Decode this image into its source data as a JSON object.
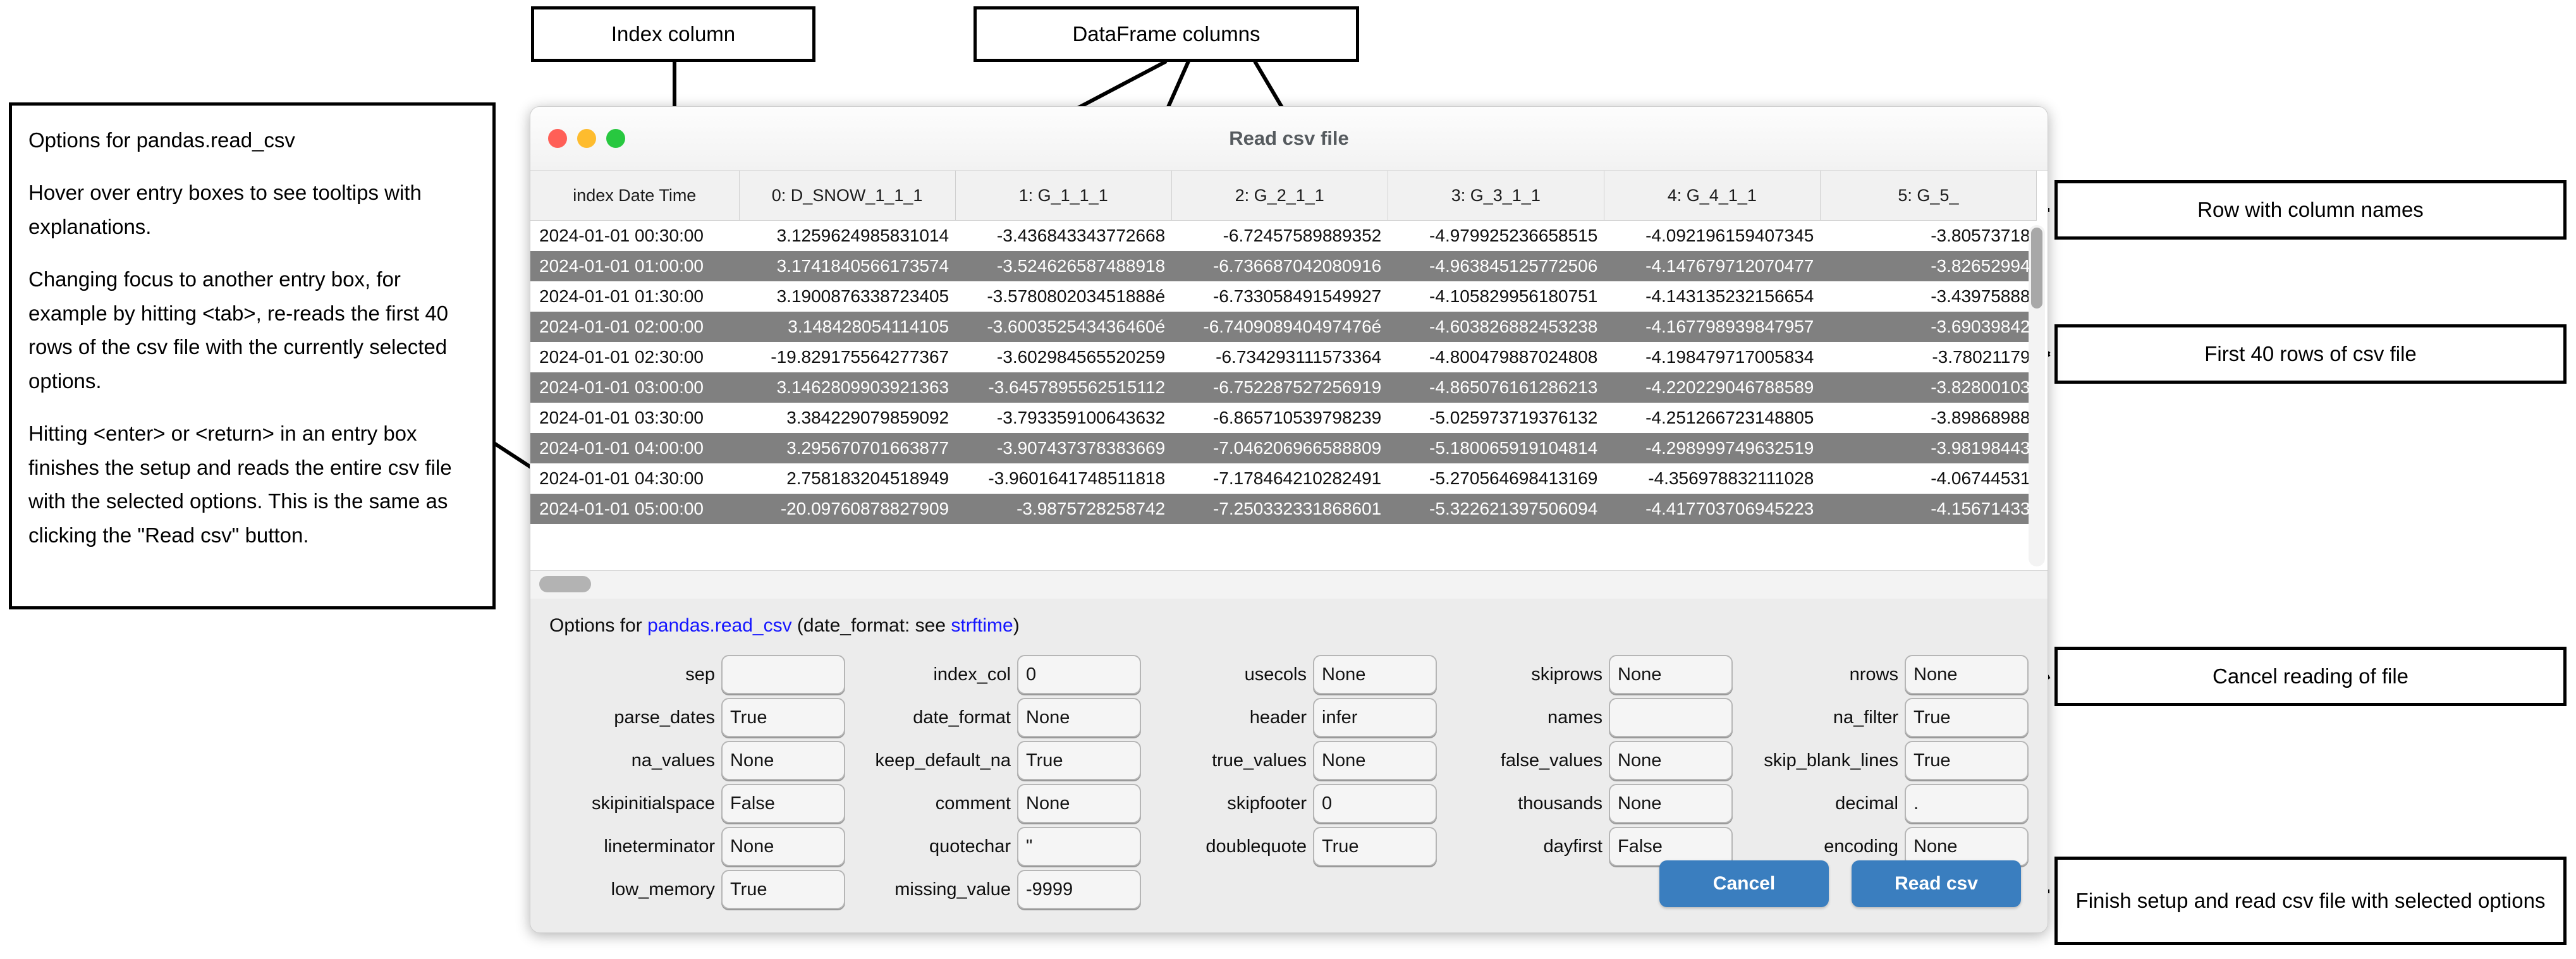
{
  "window": {
    "title": "Read csv file",
    "traffic_lights": [
      "close-light",
      "minimize-light",
      "maximize-light"
    ]
  },
  "table": {
    "columns": [
      "index Date Time",
      "0: D_SNOW_1_1_1",
      "1: G_1_1_1",
      "2: G_2_1_1",
      "3: G_3_1_1",
      "4: G_4_1_1",
      "5: G_5_"
    ],
    "rows": [
      [
        "2024-01-01 00:30:00",
        "3.1259624985831014",
        "-3.436843343772668",
        "-6.72457589889352",
        "-4.979925236658515",
        "-4.092196159407345",
        "-3.80573718"
      ],
      [
        "2024-01-01 01:00:00",
        "3.1741840566173574",
        "-3.524626587488918",
        "-6.736687042080916",
        "-4.963845125772506",
        "-4.147679712070477",
        "-3.82652994"
      ],
      [
        "2024-01-01 01:30:00",
        "3.1900876338723405",
        "-3.578080203451888é",
        "-6.733058491549927",
        "-4.105829956180751",
        "-4.143135232156654",
        "-3.43975888"
      ],
      [
        "2024-01-01 02:00:00",
        "3.148428054114105",
        "-3.600352543436460é",
        "-6.740908940497476é",
        "-4.603826882453238",
        "-4.167798939847957",
        "-3.69039842"
      ],
      [
        "2024-01-01 02:30:00",
        "-19.829175564277367",
        "-3.602984565520259",
        "-6.734293111573364",
        "-4.800479887024808",
        "-4.198479717005834",
        "-3.78021179"
      ],
      [
        "2024-01-01 03:00:00",
        "3.1462809903921363",
        "-3.6457895562515112",
        "-6.752287527256919",
        "-4.865076161286213",
        "-4.220229046788589",
        "-3.82800103"
      ],
      [
        "2024-01-01 03:30:00",
        "3.384229079859092",
        "-3.793359100643632",
        "-6.865710539798239",
        "-5.025973719376132",
        "-4.251266723148805",
        "-3.89868988"
      ],
      [
        "2024-01-01 04:00:00",
        "3.295670701663877",
        "-3.907437378383669",
        "-7.046206966588809",
        "-5.180065919104814",
        "-4.298999749632519",
        "-3.98198443"
      ],
      [
        "2024-01-01 04:30:00",
        "2.758183204518949",
        "-3.9601641748511818",
        "-7.178464210282491",
        "-5.270564698413169",
        "-4.356978832111028",
        "-4.06744531"
      ],
      [
        "2024-01-01 05:00:00",
        "-20.09760878827909",
        "-3.9875728258742",
        "-7.250332331868601",
        "-5.322621397506094",
        "-4.417703706945223",
        "-4.15671433"
      ]
    ],
    "striped_rows": [
      1,
      3,
      5,
      7,
      9
    ]
  },
  "options": {
    "heading_prefix": "Options for ",
    "heading_link": "pandas.read_csv",
    "heading_mid": " (date_format: see ",
    "heading_link2": "strftime",
    "heading_suffix": ")",
    "columns": [
      [
        {
          "label": "sep",
          "value": ""
        },
        {
          "label": "parse_dates",
          "value": "True"
        },
        {
          "label": "na_values",
          "value": "None"
        },
        {
          "label": "skipinitialspace",
          "value": "False"
        },
        {
          "label": "lineterminator",
          "value": "None"
        },
        {
          "label": "low_memory",
          "value": "True"
        }
      ],
      [
        {
          "label": "index_col",
          "value": "0"
        },
        {
          "label": "date_format",
          "value": "None"
        },
        {
          "label": "keep_default_na",
          "value": "True"
        },
        {
          "label": "comment",
          "value": "None"
        },
        {
          "label": "quotechar",
          "value": "\""
        },
        {
          "label": "missing_value",
          "value": "-9999"
        }
      ],
      [
        {
          "label": "usecols",
          "value": "None"
        },
        {
          "label": "header",
          "value": "infer"
        },
        {
          "label": "true_values",
          "value": "None"
        },
        {
          "label": "skipfooter",
          "value": "0"
        },
        {
          "label": "doublequote",
          "value": "True"
        }
      ],
      [
        {
          "label": "skiprows",
          "value": "None"
        },
        {
          "label": "names",
          "value": ""
        },
        {
          "label": "false_values",
          "value": "None"
        },
        {
          "label": "thousands",
          "value": "None"
        },
        {
          "label": "dayfirst",
          "value": "False"
        }
      ],
      [
        {
          "label": "nrows",
          "value": "None"
        },
        {
          "label": "na_filter",
          "value": "True"
        },
        {
          "label": "skip_blank_lines",
          "value": "True"
        },
        {
          "label": "decimal",
          "value": "."
        },
        {
          "label": "encoding",
          "value": "None"
        }
      ]
    ]
  },
  "buttons": {
    "cancel": "Cancel",
    "read_csv": "Read csv"
  },
  "annotations": {
    "index_column": "Index column",
    "dataframe_columns": "DataFrame columns",
    "row_with_column_names": "Row with column names",
    "first_40_rows": "First 40 rows of csv file",
    "cancel_reading": "Cancel reading of file",
    "finish_setup": "Finish setup and read csv file with selected options",
    "help_para1": "Options for pandas.read_csv",
    "help_para2": "Hover over entry boxes to see tooltips with explanations.",
    "help_para3": "Changing focus to another entry box, for example by hitting <tab>, re-reads the first 40 rows of the csv file with the currently selected options.",
    "help_para4": "Hitting <enter>  or <return> in an entry box finishes the setup and reads the entire csv file with the selected options. This is the same as clicking the \"Read csv\" button."
  },
  "colors": {
    "accent_button": "#3a7ebf",
    "link": "#1414ff",
    "row_stripe": "#808080",
    "traffic_red": "#ff5f57",
    "traffic_yellow": "#febc2e",
    "traffic_green": "#28c840"
  }
}
